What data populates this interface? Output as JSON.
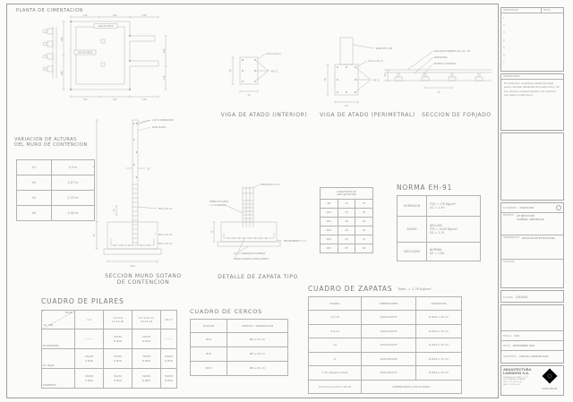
{
  "colors": {
    "line": "#b3b3b0",
    "text": "#8f8f8a",
    "frame": "#9d9d9b"
  },
  "planta": {
    "title": "PLANTA DE CIMENTACION",
    "box_label": "VIGA DE ATADO",
    "dims_top": [
      "3.20",
      "3.40",
      "3.20"
    ],
    "dims_bottom": [
      "3.20",
      "3.40",
      "3.20"
    ],
    "dims_left": [
      "3.80",
      "3.80"
    ],
    "dims_right": [
      "2.60",
      "2.40"
    ]
  },
  "viga_interior": {
    "title": "VIGA DE ATADO (INTERIOR)",
    "labels": {
      "cercos": "2 Ø 6 a 25 cm",
      "arm": "4 Ø 12",
      "alto": "50",
      "ancho": "50"
    }
  },
  "viga_perimetral": {
    "title": "VIGA DE ATADO (PERIMETRAL)",
    "labels": {
      "muro": "MURO DE 1 PIE",
      "cercos": "2 Ø 6 a 25 cm",
      "arm": "4 Ø 12",
      "alto": "70",
      "ancho": "60"
    }
  },
  "forjado": {
    "title": "SECCION DE FORJADO",
    "labels": {
      "mallazo": "MALLAZO DE REPARTO Ø4 a 20 - 1M",
      "semivigueta": "SEMIVIGUETA",
      "bovedilla": "BOVEDILLA CERAMICA",
      "intereje": "70",
      "canto": "25"
    }
  },
  "muro": {
    "title": "SECCION MURO SOTANO\nDE CONTENCION",
    "labels": {
      "coronacion": "2 Ø 6 CORONACION",
      "nivel": "NIVEL PLANTA",
      "espesor": "25",
      "solape": "40",
      "vert": "Ø12 a 20 cm",
      "parrilla": "Ø12 a 25 cm",
      "base": "Ø12 a 20 cm",
      "ancho": "120",
      "alto_zapata": "75",
      "altura": "h"
    }
  },
  "zapata": {
    "title": "DETALLE DE ZAPATA TIPO",
    "labels": {
      "cercos": "CERCOS Ø6 a 15 cm",
      "espera1": "ESPERA DE ZAPATA",
      "espera2": "= A LA PARRILLA",
      "recubrimiento": "RECUBRIMIENTO 5 cm",
      "limpieza": "10 cm. HORMIGON DE LIMPIEZA",
      "parrilla": "PARRILLA SEGUN CUADRO ZAPATAS",
      "canto": "75"
    }
  },
  "alturas": {
    "title": "VARIACION DE ALTURAS\nDEL MURO DE CONTENCION",
    "rows": [
      [
        "h1",
        "2.5 m"
      ],
      [
        "h2",
        "3.07 m"
      ],
      [
        "h3",
        "2.70 m"
      ],
      [
        "h4",
        "3.42 m"
      ]
    ]
  },
  "anclaje": {
    "title": "LONGITUDES DE\nANCLAJE EN CMS",
    "rows": [
      [
        "Ø8",
        "20",
        "30"
      ],
      [
        "Ø10",
        "25",
        "35"
      ],
      [
        "Ø12",
        "30",
        "40"
      ],
      [
        "Ø16",
        "40",
        "55"
      ],
      [
        "Ø20",
        "50",
        "70"
      ],
      [
        "Ø25",
        "65",
        "90"
      ]
    ]
  },
  "norma": {
    "title": "NORMA EH-91",
    "rows": [
      [
        "HORMIGON",
        "FCK = 175 Kg/cm²\nGC = 1.50"
      ],
      [
        "ACERO",
        "AEH-400\nFYK = 4100 Kg/cm²\nGS = 1.15"
      ],
      [
        "EJECUCION",
        "NORMAL\nGF = 1.60"
      ]
    ]
  },
  "pilares": {
    "title": "CUADRO DE PILARES",
    "corner_top": "PILAR",
    "corner_bottom": "PL. CIM",
    "col_headers": [
      "1,2",
      "3,4,5,8\n12,13,18",
      "6,7,9,10,11\n14,15,19",
      "16,17"
    ],
    "rows": [
      {
        "label": "PL.PRIMERA",
        "cells": [
          "———",
          "30x30\n8 Ø16",
          "30x50\n8 Ø16",
          "———"
        ]
      },
      {
        "label": "PL. BAJA",
        "cells": [
          "30x30\n4 Ø16",
          "30x30\n8 Ø16",
          "30x50\n8 Ø20",
          "50x50\n6 Ø16"
        ]
      },
      {
        "label": "CIMIENTO",
        "cells": [
          "30x30\n4 Ø16",
          "30x30\n8 Ø16",
          "30x50\n8 Ø20",
          "50x50\n6 Ø16"
        ]
      }
    ]
  },
  "cercos": {
    "title": "CUADRO DE CERCOS",
    "headers": [
      "Ø PILAR",
      "CERCOS Y SEPARACION"
    ],
    "rows": [
      [
        "Ø12",
        "Ø6 a 15 cm"
      ],
      [
        "Ø16",
        "Ø6 a 20 cm"
      ],
      [
        "Ø20",
        "Ø8 a 20 cm"
      ]
    ]
  },
  "zapatas": {
    "title": "CUADRO DE ZAPATAS",
    "note": "Tadm. = 1.20 Kg/cm²",
    "headers": [
      "ZAPATA",
      "DIMENSIONES",
      "ARMADURA"
    ],
    "rows": [
      [
        "1,2,16",
        "120X120X75",
        "# Ø16 a 20 cm"
      ],
      [
        "5,6,13",
        "140X140X75",
        "# Ø16 a 15 cm"
      ],
      [
        "14",
        "150X150X75",
        "# Ø12 a 15 cm"
      ],
      [
        "8",
        "160X160X80",
        "# Ø16 a 15 cm"
      ],
      [
        "7,10 (zapata doble)",
        "430X160X75",
        "# Ø12 a 15 cm"
      ]
    ],
    "footer_label": "3,4,9,11,12,15,17,18,19",
    "footer_value": "CIMENTADOS CON EL MURO"
  },
  "titleblock": {
    "revisions": {
      "col1": "MODIFICACION",
      "col2": "FECHA",
      "rows": [
        "1.",
        "2.",
        "3.",
        "4.",
        "5.",
        "6.",
        "7."
      ]
    },
    "observaciones": {
      "label": "OBSERVACIONES :",
      "text": "El constructor contratado deberá encargar planos de taller detallados de la estructura, con sus cálculos correspondientes, a la empresa que realice la estructura."
    },
    "fields": [
      {
        "label": "Nº PROYECTO :",
        "value": "046/3C/328"
      },
      {
        "label": "PROYECTO :",
        "value": "DE EJECUCION\nVIVIENDA UNIFAMILIAR"
      },
      {
        "label": "DENOMINACION :",
        "value": "DETALLES DE ESTRUCTURA"
      },
      {
        "label": "SITUACION :",
        "value": ""
      },
      {
        "label": "Nº PLANO :",
        "value": "5/4/S04"
      },
      {
        "label": "ESCALA :",
        "value": "1/20"
      },
      {
        "label": "FECHA :",
        "value": "SEPTIEMBRE 1991"
      },
      {
        "label": "ARQUITECTO :",
        "value": "CARLOS LANGDON RUIZ"
      }
    ],
    "firm": {
      "name": "ARQUITECTURA\nLANGDON  S.A.",
      "address": "FERNANDO EL SANTO 15-1º\n28010 MADRID, ESPAÑA\nTELF. (91) 319 65 08\nFAX  (91) 319 65 09",
      "group": "GRUPO BELART"
    }
  }
}
